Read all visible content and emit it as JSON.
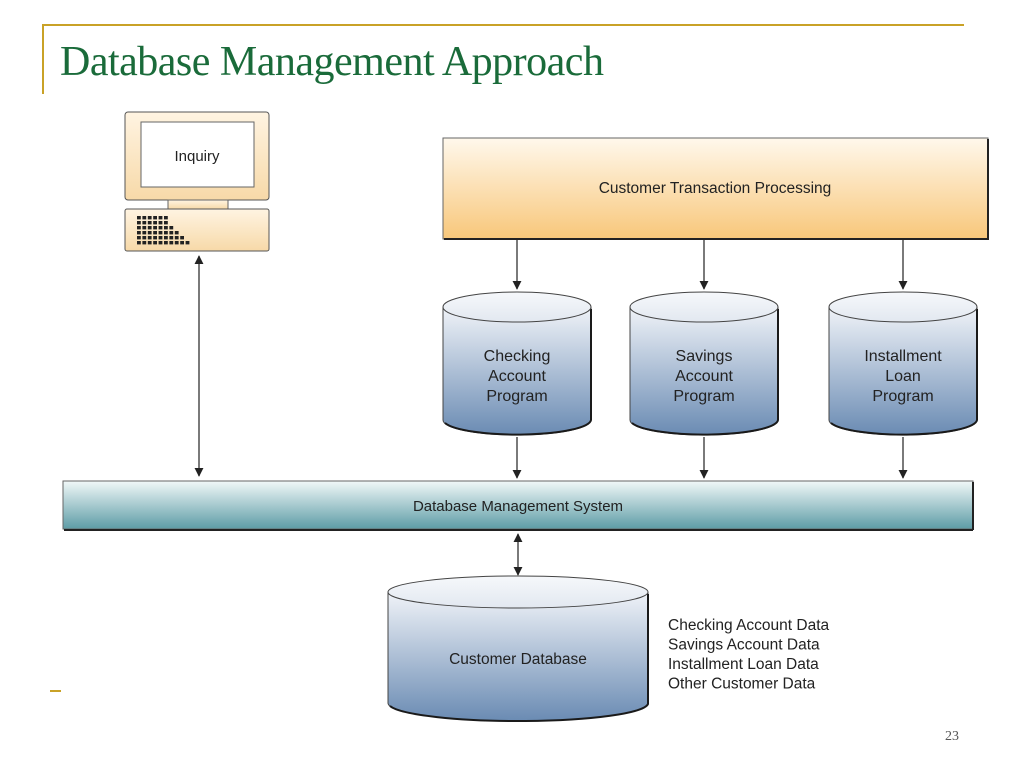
{
  "slide": {
    "title": "Database Management Approach",
    "page_number": "23"
  },
  "diagram": {
    "inquiry_terminal": {
      "label": "Inquiry"
    },
    "transaction_processing": {
      "label": "Customer Transaction Processing"
    },
    "programs": [
      {
        "id": "checking",
        "lines": [
          "Checking",
          "Account",
          "Program"
        ]
      },
      {
        "id": "savings",
        "lines": [
          "Savings",
          "Account",
          "Program"
        ]
      },
      {
        "id": "installment",
        "lines": [
          "Installment",
          "Loan",
          "Program"
        ]
      }
    ],
    "dbms": {
      "label": "Database Management System"
    },
    "customer_database": {
      "label": "Customer Database",
      "contents": [
        "Checking Account Data",
        "Savings Account Data",
        "Installment Loan Data",
        "Other Customer Data"
      ]
    },
    "colors": {
      "title_green": "#1a6b3a",
      "accent_gold": "#c9a227",
      "orange_light": "#fff6e6",
      "orange_dark": "#f9c97e",
      "cylinder_light": "#eef2f8",
      "cylinder_dark": "#6f8fb5",
      "dbms_light": "#eef6f7",
      "dbms_dark": "#5f9ea8"
    }
  }
}
